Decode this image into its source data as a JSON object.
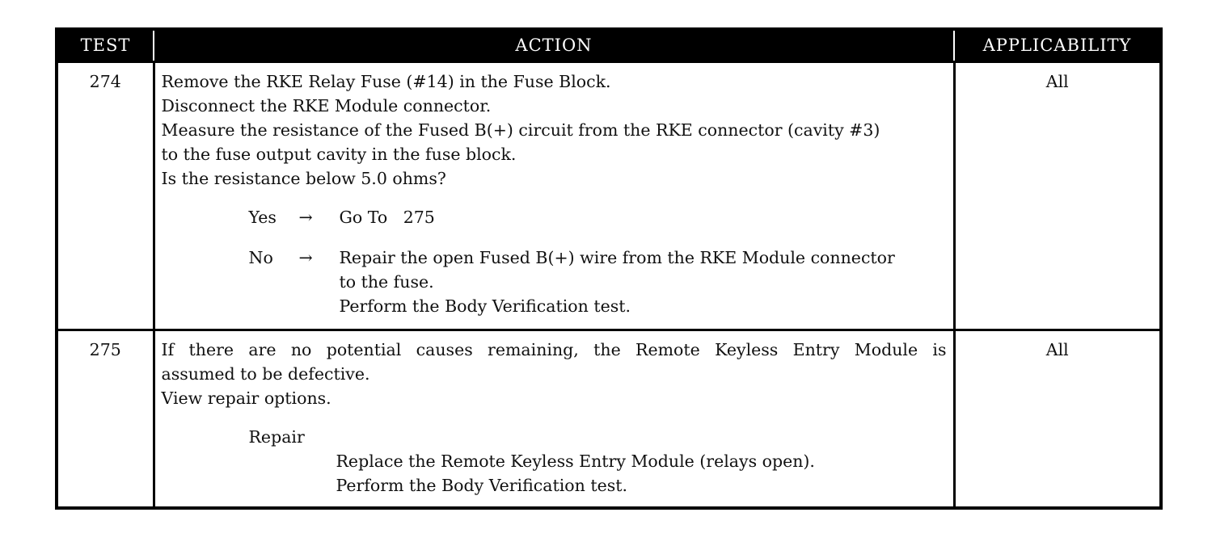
{
  "headers": {
    "test": "TEST",
    "action": "ACTION",
    "applicability": "APPLICABILITY"
  },
  "rows": [
    {
      "test": "274",
      "applicability": "All",
      "action_lines": [
        "Remove the RKE Relay Fuse (#14) in the Fuse Block.",
        "Disconnect the RKE Module connector.",
        "Measure the resistance of the Fused B(+) circuit from the RKE connector (cavity #3)",
        "to the fuse output cavity in the fuse block.",
        "Is the resistance below 5.0 ohms?"
      ],
      "outcomes": [
        {
          "key": "Yes",
          "arrow": "→",
          "lines": [
            "Go To   275"
          ]
        },
        {
          "key": "No",
          "arrow": "→",
          "lines": [
            "Repair the open Fused B(+) wire from the RKE Module connector",
            "to the fuse.",
            "Perform the Body Verification test."
          ]
        }
      ]
    },
    {
      "test": "275",
      "applicability": "All",
      "action_lines": [
        "If there are no potential causes remaining, the Remote Keyless Entry Module is",
        "assumed to be defective.",
        "View repair options."
      ],
      "repair": {
        "label": "Repair",
        "lines": [
          "Replace the Remote Keyless Entry Module (relays open).",
          "Perform the Body Verification test."
        ]
      }
    }
  ]
}
